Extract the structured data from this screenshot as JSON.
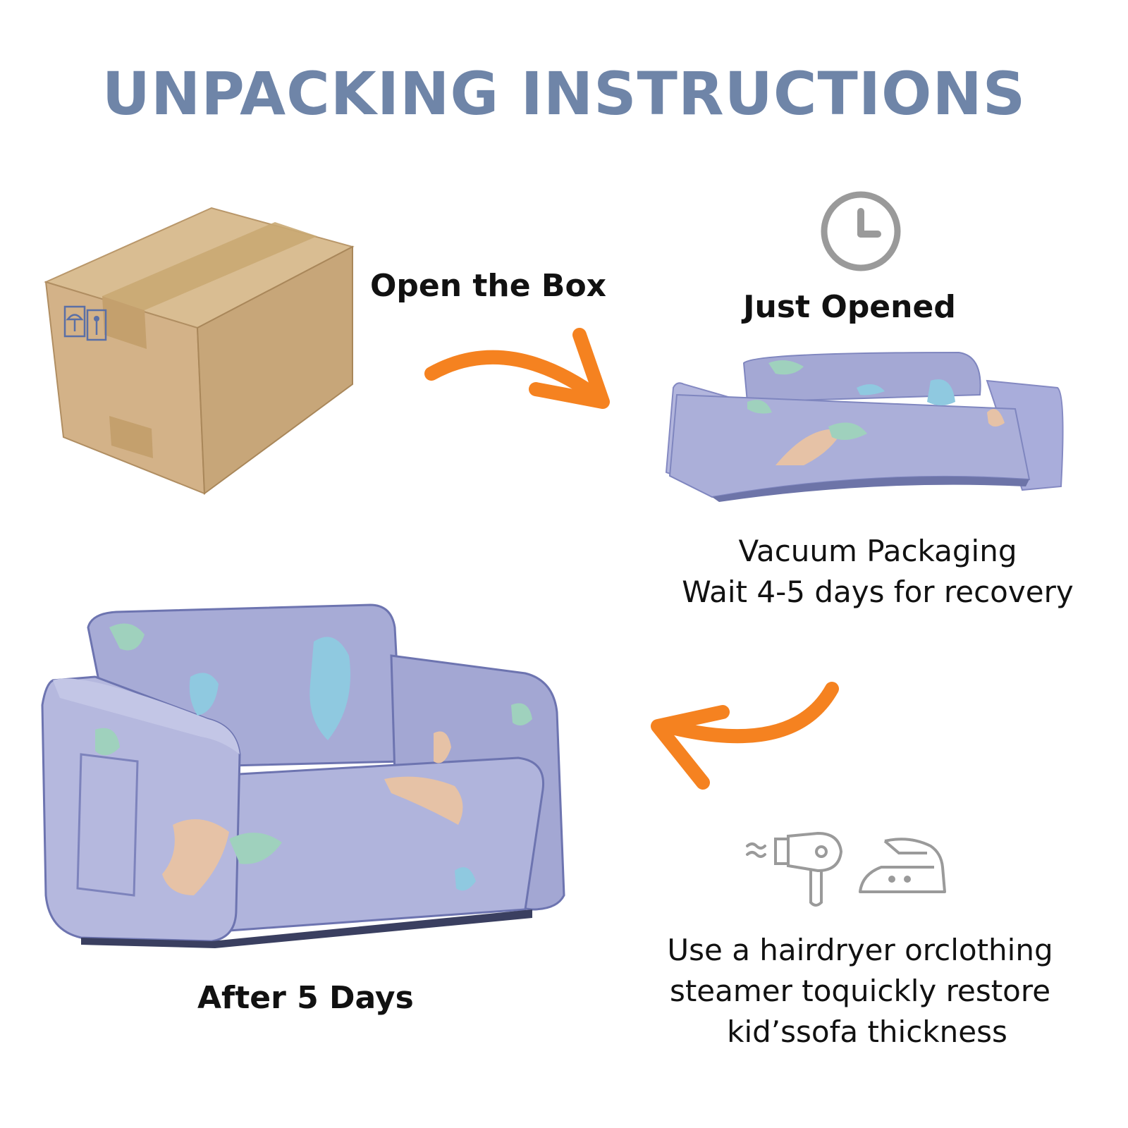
{
  "title": "UNPACKING INSTRUCTIONS",
  "steps": {
    "open_box": "Open the Box",
    "just_opened": "Just Opened",
    "vacuum_line1": "Vacuum Packaging",
    "vacuum_line2": "Wait 4-5 days for recovery",
    "tip_line1": "Use a hairdryer orclothing",
    "tip_line2": "steamer toquickly restore",
    "tip_line3": "kid’ssofa thickness",
    "after": "After 5 Days"
  },
  "colors": {
    "title": "#6f85a8",
    "arrow": "#f58220",
    "icon": "#9a9a9a",
    "box": "#d2b48c",
    "sofa": "#a9acd6"
  },
  "icons": [
    "shipping-box-image",
    "clock-icon",
    "hair-dryer-icon",
    "clothes-iron-icon",
    "compressed-sofa-image",
    "restored-sofa-image"
  ]
}
